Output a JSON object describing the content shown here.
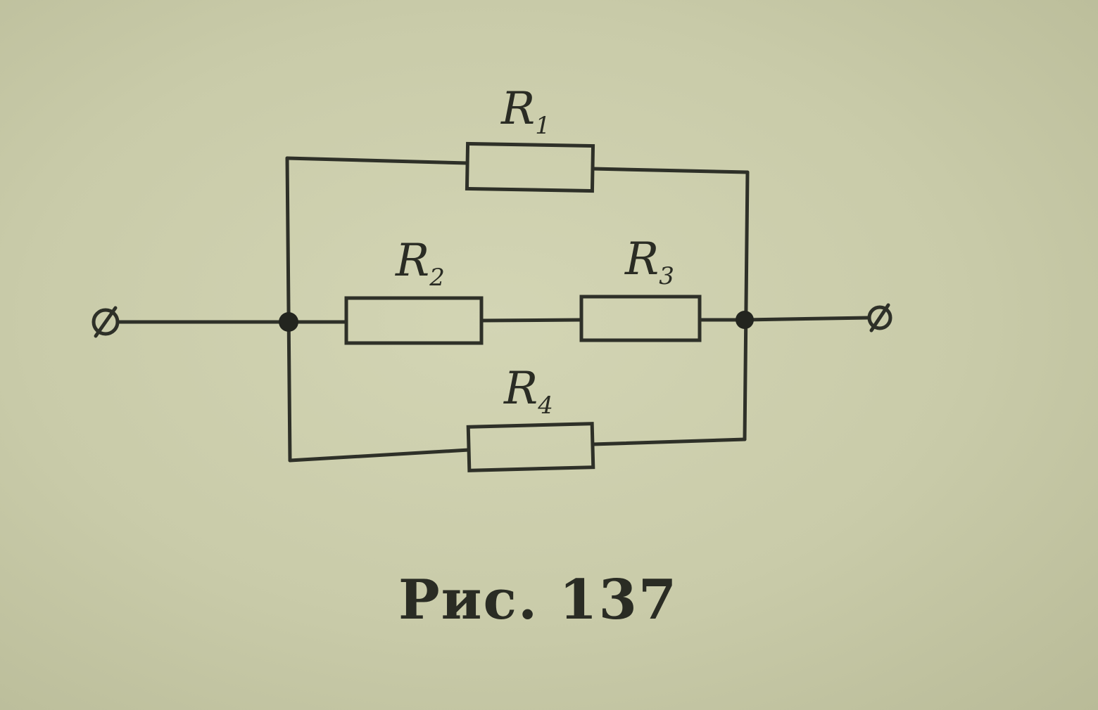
{
  "resistors": [
    {
      "id": "R1",
      "letter": "R",
      "index": "1"
    },
    {
      "id": "R2",
      "letter": "R",
      "index": "2"
    },
    {
      "id": "R3",
      "letter": "R",
      "index": "3"
    },
    {
      "id": "R4",
      "letter": "R",
      "index": "4"
    }
  ],
  "caption": "Рис. 137"
}
